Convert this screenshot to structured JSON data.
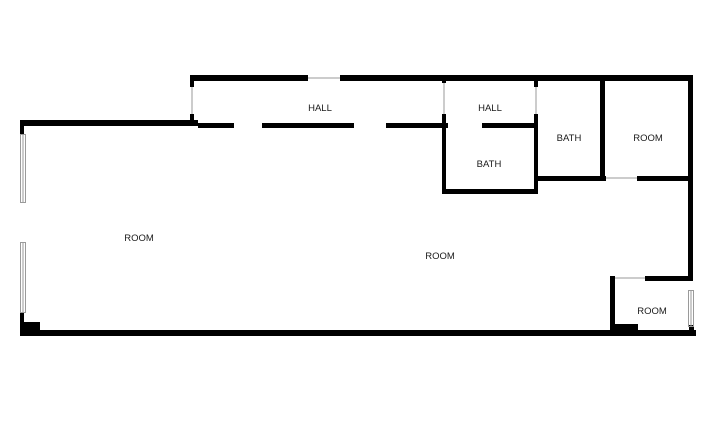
{
  "rooms": [
    {
      "label": "HALL"
    },
    {
      "label": "HALL"
    },
    {
      "label": "BATH"
    },
    {
      "label": "ROOM"
    },
    {
      "label": "BATH"
    },
    {
      "label": "ROOM"
    },
    {
      "label": "ROOM"
    },
    {
      "label": "ROOM"
    }
  ],
  "colors": {
    "wall": "#000000",
    "background": "#ffffff",
    "window": "#9a9a9a"
  }
}
